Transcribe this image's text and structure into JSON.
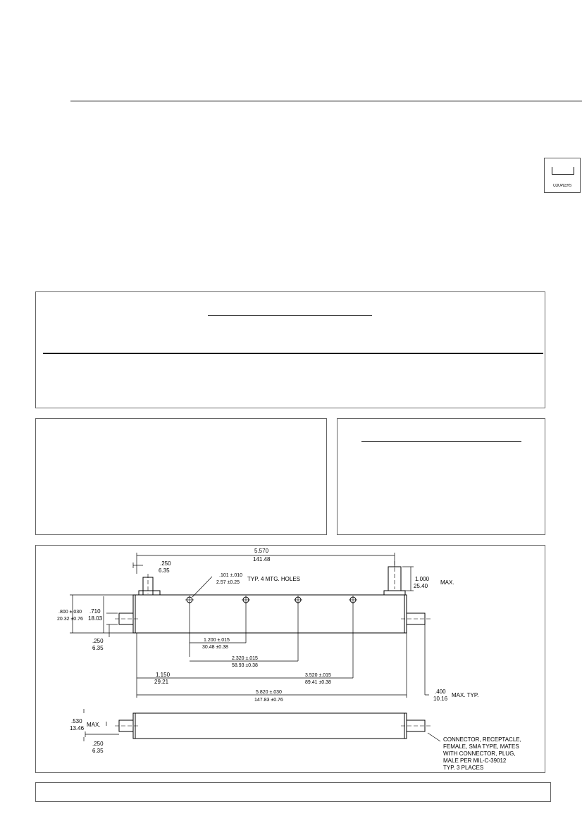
{
  "category_badge": {
    "label": "COUPLERS"
  },
  "drawing": {
    "dim_overall_top_in": "5.570",
    "dim_overall_top_mm": "141.48",
    "dim_flange_in": ".250",
    "dim_flange_mm": "6.35",
    "dim_hole_in": ".101 ±.010",
    "dim_hole_mm": "2.57 ±0.25",
    "hole_note": "TYP. 4 MTG. HOLES",
    "dim_conn_height_in": "1.000",
    "dim_conn_height_mm": "25.40",
    "dim_conn_height_note": "MAX.",
    "dim_body_height_in": ".800 ±.030",
    "dim_body_height_mm": "20.32 ±0.76",
    "dim_inner_height_in": ".710",
    "dim_inner_height_mm": "18.03",
    "dim_side_in": ".250",
    "dim_side_mm": "6.35",
    "dim_hole1_in": "1.200 ±.015",
    "dim_hole1_mm": "30.48 ±0.38",
    "dim_hole2_in": "2.320 ±.015",
    "dim_hole2_mm": "58.93 ±0.38",
    "dim_hole3_in": "3.520 ±.015",
    "dim_hole3_mm": "89.41 ±0.38",
    "dim_left_in": "1.150",
    "dim_left_mm": "29.21",
    "dim_length_in": "5.820 ±.030",
    "dim_length_mm": "147.83 ±0.76",
    "dim_conn_len_in": ".400",
    "dim_conn_len_mm": "10.16",
    "dim_conn_len_note": "MAX. TYP.",
    "dim_width_in": ".530",
    "dim_width_mm": "13.46",
    "dim_width_note": "MAX.",
    "dim_bottom_in": ".250",
    "dim_bottom_mm": "6.35",
    "connector_note": [
      "CONNECTOR, RECEPTACLE,",
      "FEMALE, SMA TYPE, MATES",
      "WITH CONNECTOR, PLUG,",
      "MALE PER MIL-C-39012",
      "TYP. 3 PLACES"
    ]
  }
}
